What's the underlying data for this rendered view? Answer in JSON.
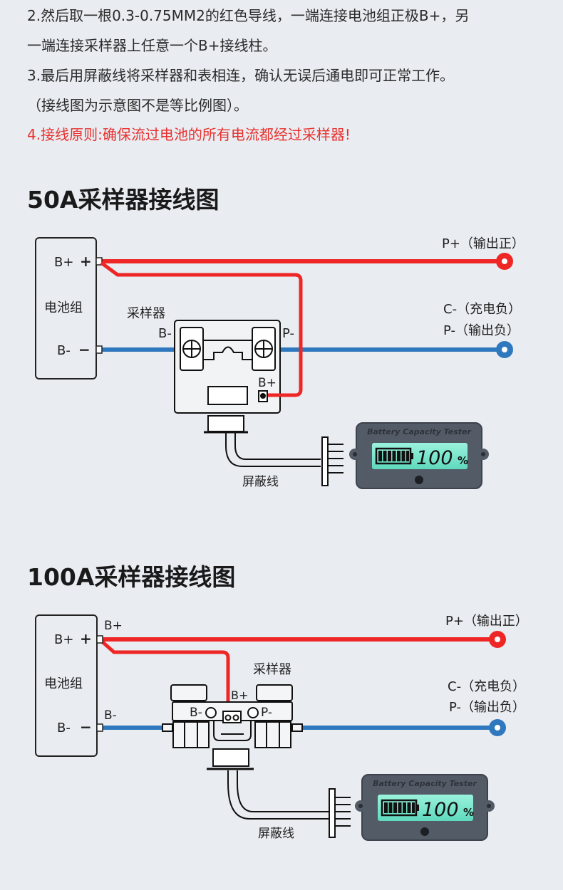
{
  "instructions": [
    "2.然后取一根0.3-0.75MM2的红色导线，一端连接电池组正极B+，另",
    "一端连接采样器上任意一个B+接线柱。",
    "3.最后用屏蔽线将采样器和表相连，确认无误后通电即可正常工作。",
    "（接线图为示意图不是等比例图）。",
    "4.接线原则:确保流过电池的所有电流都经过采样器!"
  ],
  "colors": {
    "positive_wire": "#ee2626",
    "negative_wire": "#2f78be",
    "warning_text": "#e8322f",
    "lcd": "#7de8d0"
  },
  "diagram_50a": {
    "title": "50A采样器接线图",
    "battery": {
      "label": "电池组",
      "pos": "B+",
      "pos_sign": "+",
      "neg": "B-",
      "neg_sign": "−"
    },
    "sampler": {
      "label": "采样器",
      "b_minus": "B-",
      "p_minus": "P-",
      "b_plus": "B+"
    },
    "outputs": {
      "p_plus": "P+（输出正）",
      "c_minus": "C-（充电负）",
      "p_minus": "P-（输出负）"
    },
    "cable": "屏蔽线",
    "meter": {
      "brand": "Battery Capacity Tester",
      "percent": "100",
      "unit": "%",
      "level": 1.0
    }
  },
  "diagram_100a": {
    "title": "100A采样器接线图",
    "battery": {
      "label": "电池组",
      "pos": "B+",
      "pos_sign": "+",
      "neg": "B-",
      "neg_sign": "−"
    },
    "wire_labels": {
      "b_plus": "B+",
      "b_minus": "B-"
    },
    "sampler": {
      "label": "采样器",
      "b_minus": "B-",
      "p_minus": "P-",
      "b_plus": "B+"
    },
    "outputs": {
      "p_plus": "P+（输出正）",
      "c_minus": "C-（充电负）",
      "p_minus": "P-（输出负）"
    },
    "cable": "屏蔽线",
    "meter": {
      "brand": "Battery Capacity Tester",
      "percent": "100",
      "unit": "%",
      "level": 1.0
    }
  }
}
